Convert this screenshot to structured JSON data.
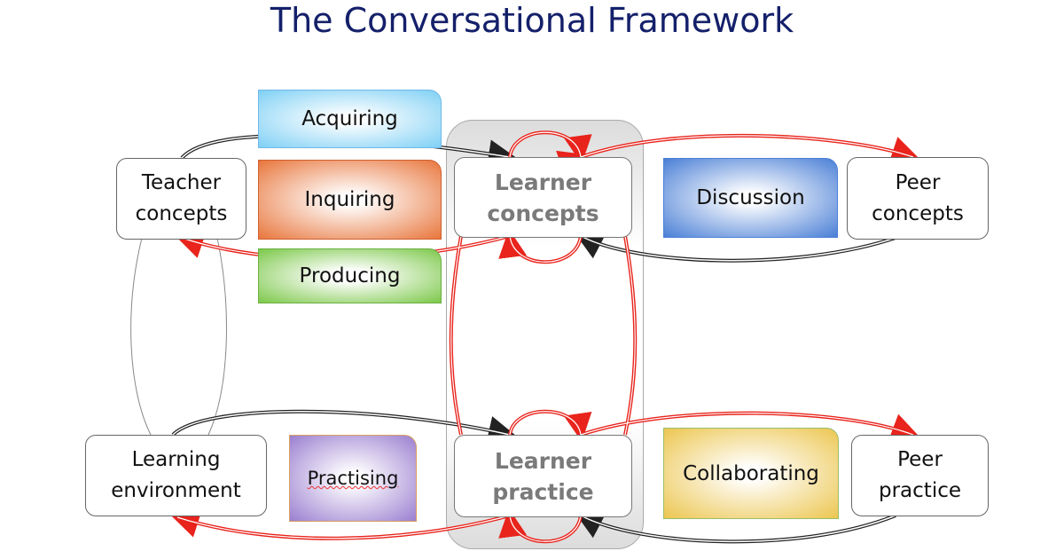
{
  "title": "The Conversational Framework",
  "nodes": {
    "teacher_concepts": "Teacher concepts",
    "learner_concepts": "Learner concepts",
    "peer_concepts": "Peer concepts",
    "learning_environment": "Learning environment",
    "learner_practice": "Learner practice",
    "peer_practice": "Peer practice"
  },
  "activities": {
    "acquiring": "Acquiring",
    "inquiring": "Inquiring",
    "producing": "Producing",
    "discussion": "Discussion",
    "practising": "Practising",
    "collaborating": "Collaborating"
  },
  "colors": {
    "title": "#14206a",
    "red_arrow": "#e8241c",
    "black_arrow": "#222222"
  }
}
